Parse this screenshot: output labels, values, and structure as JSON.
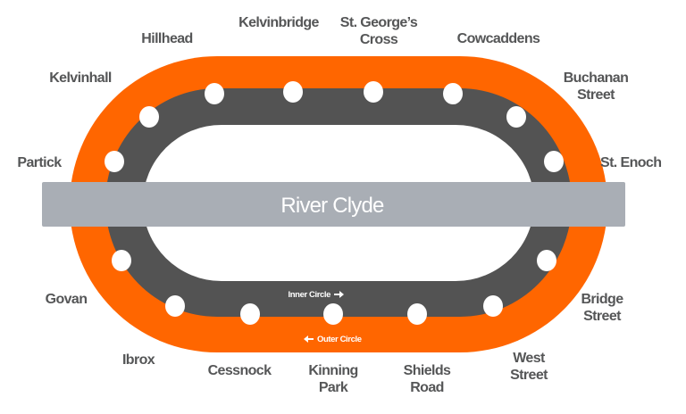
{
  "river": {
    "label": "River Clyde"
  },
  "directions": {
    "inner": "Inner Circle",
    "outer": "Outer Circle"
  },
  "colors": {
    "outer_circle": "#ff6600",
    "inner_circle": "#535353",
    "river": "#a9aeb5",
    "station": "#ffffff",
    "label": "#555657"
  },
  "stations": [
    {
      "name": "Hillhead"
    },
    {
      "name": "Kelvinbridge"
    },
    {
      "name": "St. George's Cross",
      "lines": [
        "St. George’s",
        "Cross"
      ]
    },
    {
      "name": "Cowcaddens"
    },
    {
      "name": "Buchanan Street",
      "lines": [
        "Buchanan",
        "Street"
      ]
    },
    {
      "name": "St. Enoch"
    },
    {
      "name": "Bridge Street",
      "lines": [
        "Bridge",
        "Street"
      ]
    },
    {
      "name": "West Street",
      "lines": [
        "West",
        "Street"
      ]
    },
    {
      "name": "Shields Road",
      "lines": [
        "Shields",
        "Road"
      ]
    },
    {
      "name": "Kinning Park",
      "lines": [
        "Kinning",
        "Park"
      ]
    },
    {
      "name": "Cessnock"
    },
    {
      "name": "Ibrox"
    },
    {
      "name": "Govan"
    },
    {
      "name": "Partick"
    },
    {
      "name": "Kelvinhall"
    }
  ]
}
